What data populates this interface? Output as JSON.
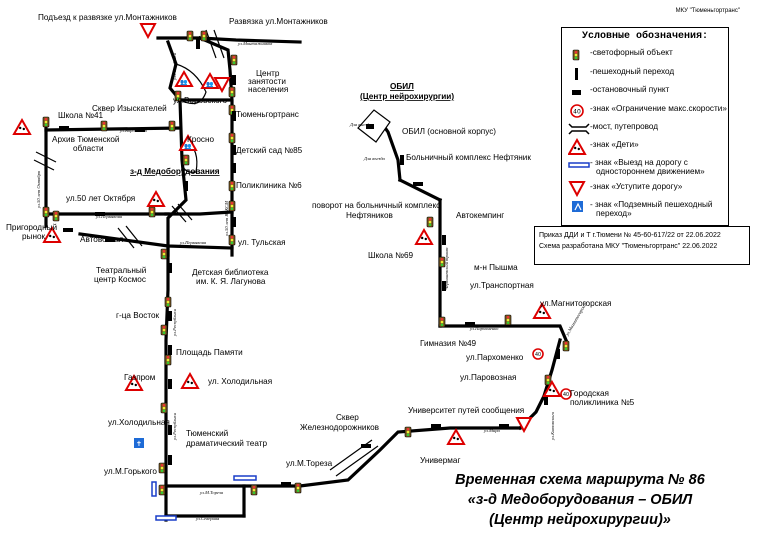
{
  "header": {
    "org": "МКУ \"Тюменьгортранс\""
  },
  "legend": {
    "title": "Условные обозначения:",
    "items": [
      {
        "icon": "traffic-light-icon",
        "label": "-светофорный объект"
      },
      {
        "icon": "pedestrian-crossing-icon",
        "label": "-пешеходный переход"
      },
      {
        "icon": "bus-stop-icon",
        "label": "-остановочный пункт"
      },
      {
        "icon": "speed-limit-icon",
        "label": "-знак «Ограничение макс.скорости»",
        "sign_text": "40"
      },
      {
        "icon": "bridge-icon",
        "label": "-мост, путепровод"
      },
      {
        "icon": "children-sign-icon",
        "label": "-знак «Дети»"
      },
      {
        "icon": "one-way-exit-icon",
        "label": "- знак «Выезд на дорогу с",
        "label2": "одностороннем движением»"
      },
      {
        "icon": "yield-sign-icon",
        "label": "-знак «Уступите дорогу»"
      },
      {
        "icon": "underpass-icon",
        "label": "- знак «Подземный пешеходный",
        "label2": "переход»"
      }
    ]
  },
  "order": {
    "line1": "Приказ ДДИ и Т г.Тюмени № 45-60-617/22 от 22.06.2022",
    "line2": "Схема разработана МКУ \"Тюменьгортранс\" 22.06.2022"
  },
  "title": {
    "line1": "Временная схема маршрута № 86",
    "line2": "«з-д Медоборудования – ОБИЛ",
    "line3": "(Центр нейрохирургии)»"
  },
  "places": {
    "podezd": "Подъезд к развязке ул.Монтажников",
    "razvyazka": "Развязка ул.Монтажников",
    "montazh_street": "ул.Монтажников",
    "centr1": "Центр",
    "centr2": "занятости",
    "centr3": "населения",
    "vorovskogo": "ул.Воровского",
    "tyumengortrans": "Тюменьгортранс",
    "skver": "Сквер Изыскателей",
    "shkola41": "Школа №41",
    "arhiv1": "Архив Тюменской",
    "arhiv2": "области",
    "krosno": "Кросно",
    "detsad": "Детский сад №85",
    "zavod": "з-д Медоборудования",
    "poliklinika6": "Поликлиника №6",
    "octyabrya": "ул.50 лет Октября",
    "prig1": "Пригородный",
    "prig2": "рынок",
    "avtovokzal": "Автовокзал",
    "tulskaya": "ул. Тульская",
    "teatr1": "Театральный",
    "teatr2": "центр Космос",
    "biblio1": "Детская библиотека",
    "biblio2": "им. К. Я. Лагунова",
    "vostok": "г-ца Восток",
    "pamyati": "Площадь Памяти",
    "gazprom": "Газпром",
    "holodilnaya": "ул. Холодильная",
    "holodilnaya2": "ул.Холодильная",
    "dramteatr1": "Тюменский",
    "dramteatr2": "драматический театр",
    "gorkogo": "ул.М.Горького",
    "toreza": "ул.М.Тореза",
    "skver_zhd1": "Сквер",
    "skver_zhd2": "Железнодорожников",
    "univermag": "Универмаг",
    "universitet": "Университет путей сообщения",
    "polik5_1": "Городская",
    "polik5_2": "поликлиника №5",
    "parovoznaya": "ул.Паровозная",
    "parhomenko": "ул.Пархоменко",
    "gimnaziya": "Гимназия №49",
    "magnitogorskaya": "ул.Магнитогорская",
    "transportnaya": "ул.Транспортная",
    "pyshma": "м-н Пышма",
    "shkola69": "Школа №69",
    "avtokemping": "Автокемпинг",
    "povorot1": "поворот на больничный комплекс",
    "povorot2": "Нефтяников",
    "neftyanik": "Больничный комплекс Нефтяник",
    "obil_main": "ОБИЛ (основной корпус)",
    "obil_title1": "ОБИЛ",
    "obil_title2": "(Центр нейрохирургии)"
  },
  "streets": {
    "montazh": "ул.Монтажников",
    "respubliki": "ул.Республики",
    "vorovskogo_s": "ул.Воровского",
    "oktyabrya_v": "ул.50 лет Октября",
    "permyakova": "ул.Пермякова",
    "octyabrya_s": "ул.50 лет ВЛКСМ",
    "permyakova2": "ул.Пермякова",
    "tulskaya_s": "ул.Тульская",
    "respubliki2": "ул.Республики",
    "respubliki3": "ул.Республики",
    "toreza_s": "ул.М.Тореза",
    "severnaya": "ул.Северная",
    "mira": "ул.Мира",
    "kotovskogo": "ул.Котовского",
    "chervishevsky": "Червишевский тракт",
    "parhomenko_s": "ул.Пархоменко",
    "magnit_s": "ул.Магнитогорская",
    "dlya_vyezda": "Для выезда",
    "dlya_vyezda2": "Для въезда"
  }
}
